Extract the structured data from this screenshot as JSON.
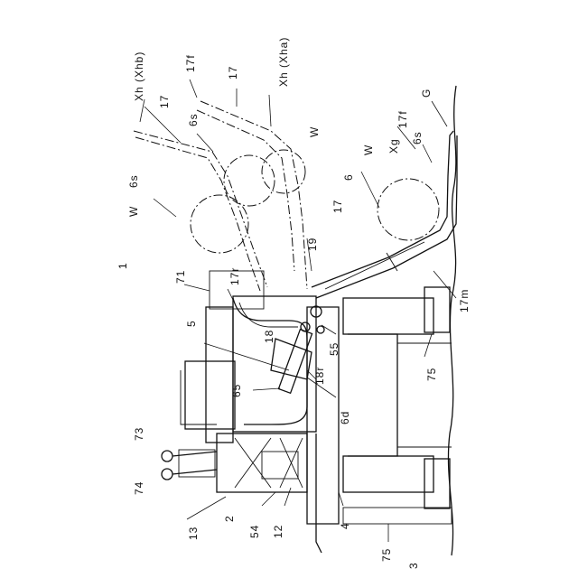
{
  "labels": {
    "xhb": "Xh (Xhb)",
    "f17_top": "17f",
    "n17_a": "17",
    "n17_b": "17",
    "xha": "Xh (Xha)",
    "s6_a": "6s",
    "g": "G",
    "f17_right": "17f",
    "w_a": "W",
    "s6_b": "6s",
    "xg": "Xg",
    "w_b": "W",
    "n6": "6",
    "s6_c": "6s",
    "w_left": "W",
    "n17_c": "17",
    "n1": "1",
    "n19": "19",
    "n71": "71",
    "r17": "17r",
    "n5": "5",
    "n18": "18",
    "n55": "55",
    "n65": "65",
    "r18": "18r",
    "d6": "6d",
    "n75_a": "75",
    "m17": "17m",
    "n73": "73",
    "n74": "74",
    "n13": "13",
    "n2": "2",
    "n54": "54",
    "n12": "12",
    "n4": "4",
    "n75_b": "75",
    "n3": "3"
  }
}
